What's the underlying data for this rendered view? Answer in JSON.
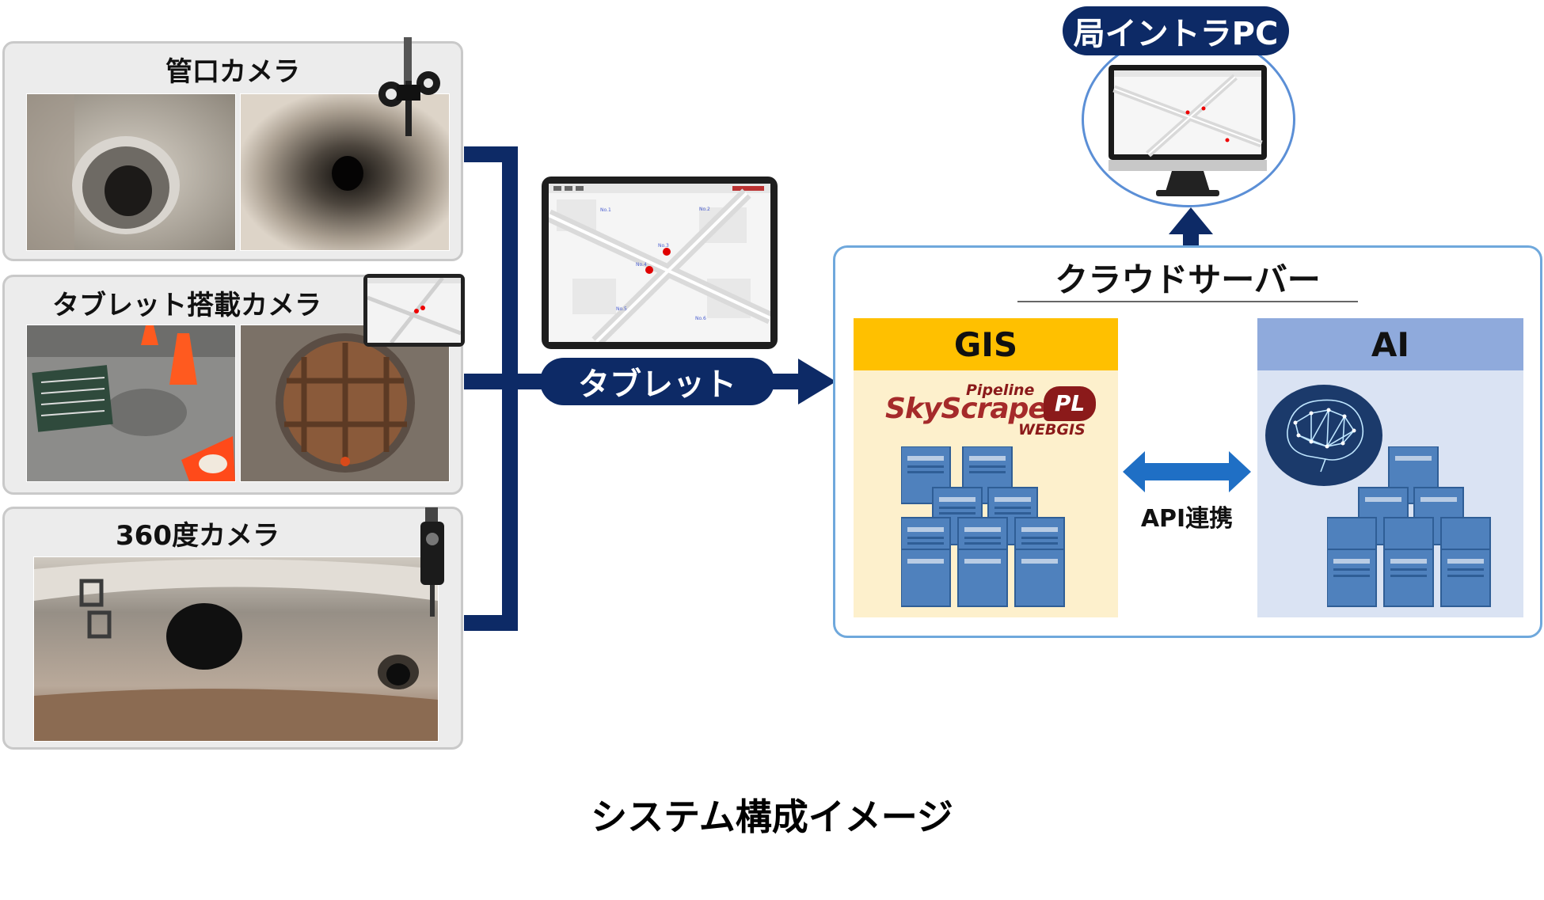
{
  "cameras": {
    "pipe_mouth": {
      "title": "管口カメラ"
    },
    "tablet_mounted": {
      "title": "タブレット搭載カメラ"
    },
    "camera_360": {
      "title": "360度カメラ"
    }
  },
  "tablet": {
    "label": "タブレット"
  },
  "intra_pc": {
    "label": "局イントラPC"
  },
  "cloud": {
    "title": "クラウドサーバー",
    "gis": {
      "header": "GIS",
      "logo_top": "Pipeline",
      "logo_main": "SkyScraper",
      "logo_badge": "PL",
      "logo_sub": "WEBGIS"
    },
    "ai": {
      "header": "AI"
    },
    "api_label": "API連携"
  },
  "caption": "システム構成イメージ",
  "colors": {
    "navy": "#0d2a66",
    "gis_yellow": "#ffc000",
    "gis_bg": "#fdf0cc",
    "ai_blue": "#8faadc",
    "ai_bg": "#dae3f3",
    "server_blue": "#4f81bd",
    "api_arrow": "#1f6fc5",
    "cloud_border": "#6fa8dc"
  }
}
